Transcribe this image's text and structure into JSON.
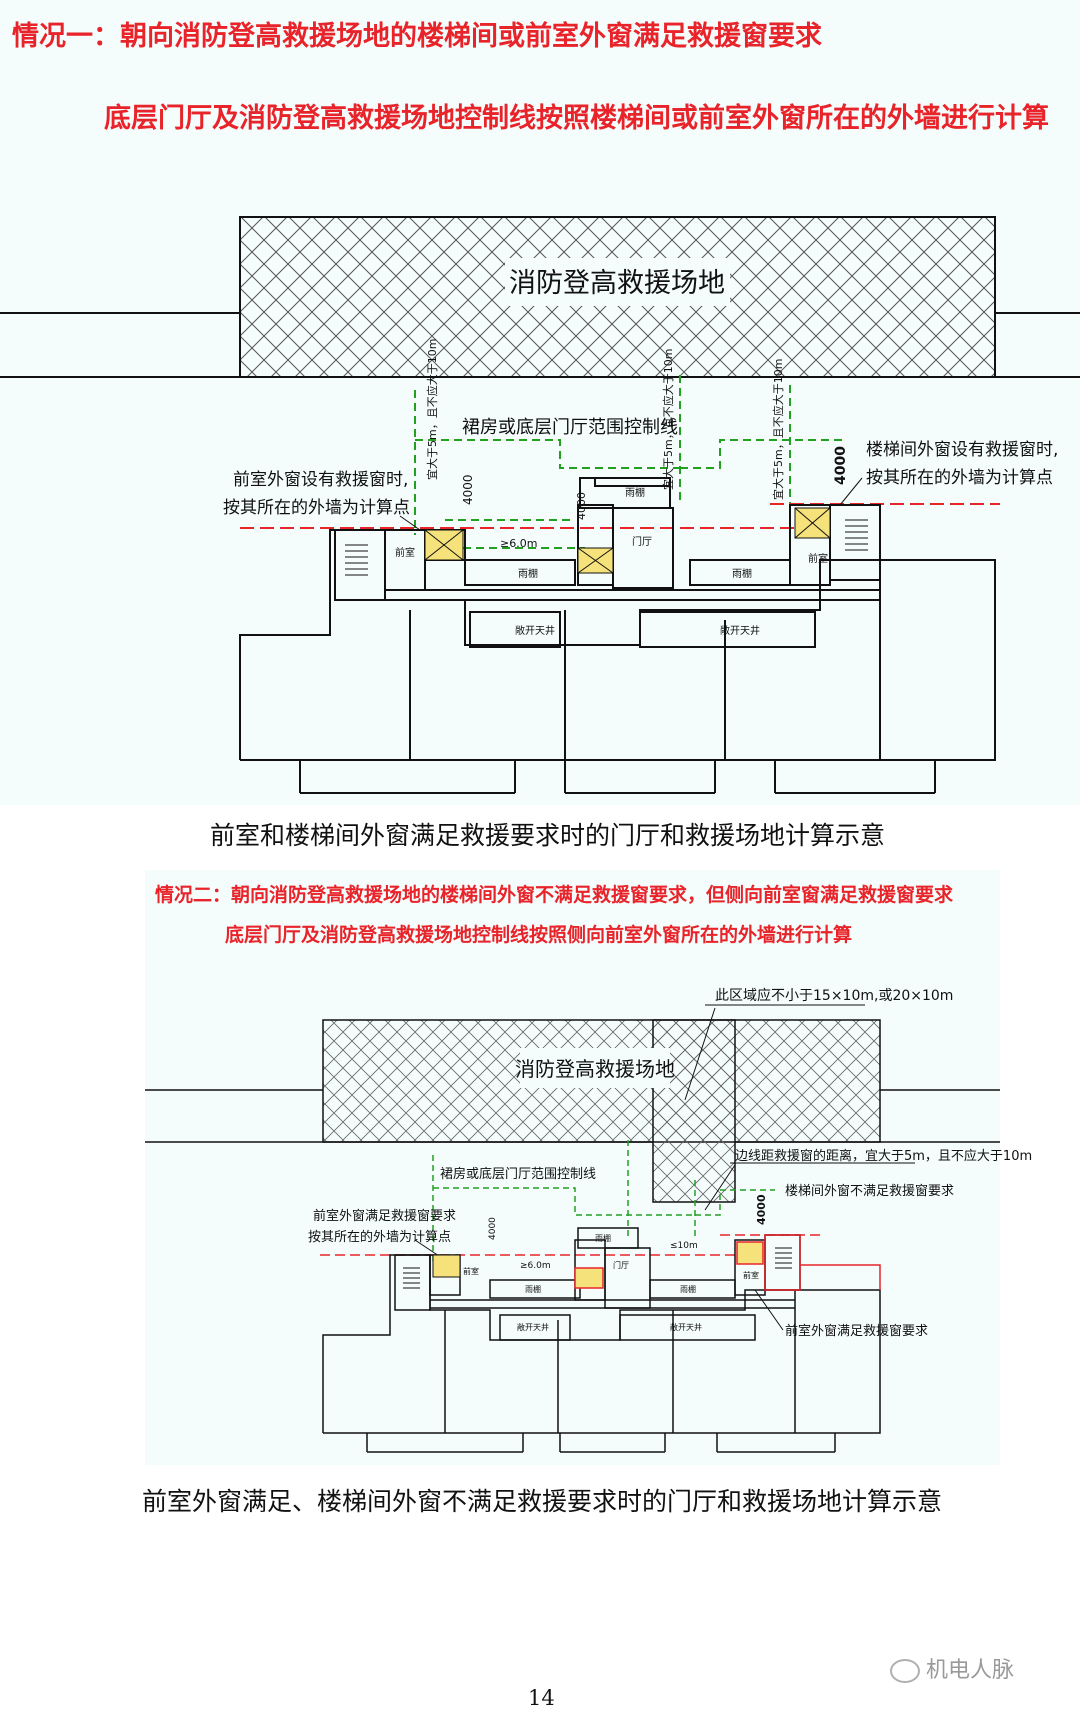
{
  "case1": {
    "title": "情况一：朝向消防登高救援场地的楼梯间或前室外窗满足救援窗要求",
    "subtitle": "底层门厅及消防登高救援场地控制线按照楼梯间或前室外窗所在的外墙进行计算",
    "site_label": "消防登高救援场地",
    "control_line_label": "裙房或底层门厅范围控制线",
    "left_note_1": "前室外窗设有救援窗时,",
    "left_note_2": "按其所在的外墙为计算点",
    "right_note_1": "楼梯间外窗设有救援窗时,",
    "right_note_2": "按其所在的外墙为计算点",
    "dim_4000": "4000",
    "dim_6m": "≥6.0m",
    "vertical_note": "宜大于5m，且不应大于10m",
    "room_front": "前室",
    "room_canopy": "雨棚",
    "room_lobby": "门厅",
    "room_court": "敞开天井",
    "caption": "前室和楼梯间外窗满足救援要求时的门厅和救援场地计算示意"
  },
  "case2": {
    "title": "情况二：朝向消防登高救援场地的楼梯间外窗不满足救援窗要求，但侧向前室窗满足救援窗要求",
    "subtitle": "底层门厅及消防登高救援场地控制线按照侧向前室外窗所在的外墙进行计算",
    "site_label": "消防登高救援场地",
    "area_note": "此区域应不小于15×10m,或20×10m",
    "control_line_label": "裙房或底层门厅范围控制线",
    "edge_note": "边线距救援窗的距离，宜大于5m，且不应大于10m",
    "stair_note": "楼梯间外窗不满足救援窗要求",
    "left_note_1": "前室外窗满足救援窗要求",
    "left_note_2": "按其所在的外墙为计算点",
    "bottom_note": "前室外窗满足救援窗要求",
    "dim_4000": "4000",
    "dim_6m": "≥6.0m",
    "dim_10m": "≤10m",
    "room_front": "前室",
    "room_canopy": "雨棚",
    "room_lobby": "门厅",
    "room_court": "敞开天井",
    "caption": "前室外窗满足、楼梯间外窗不满足救援要求时的门厅和救援场地计算示意"
  },
  "page_number": "14",
  "watermark": "机电人脉"
}
